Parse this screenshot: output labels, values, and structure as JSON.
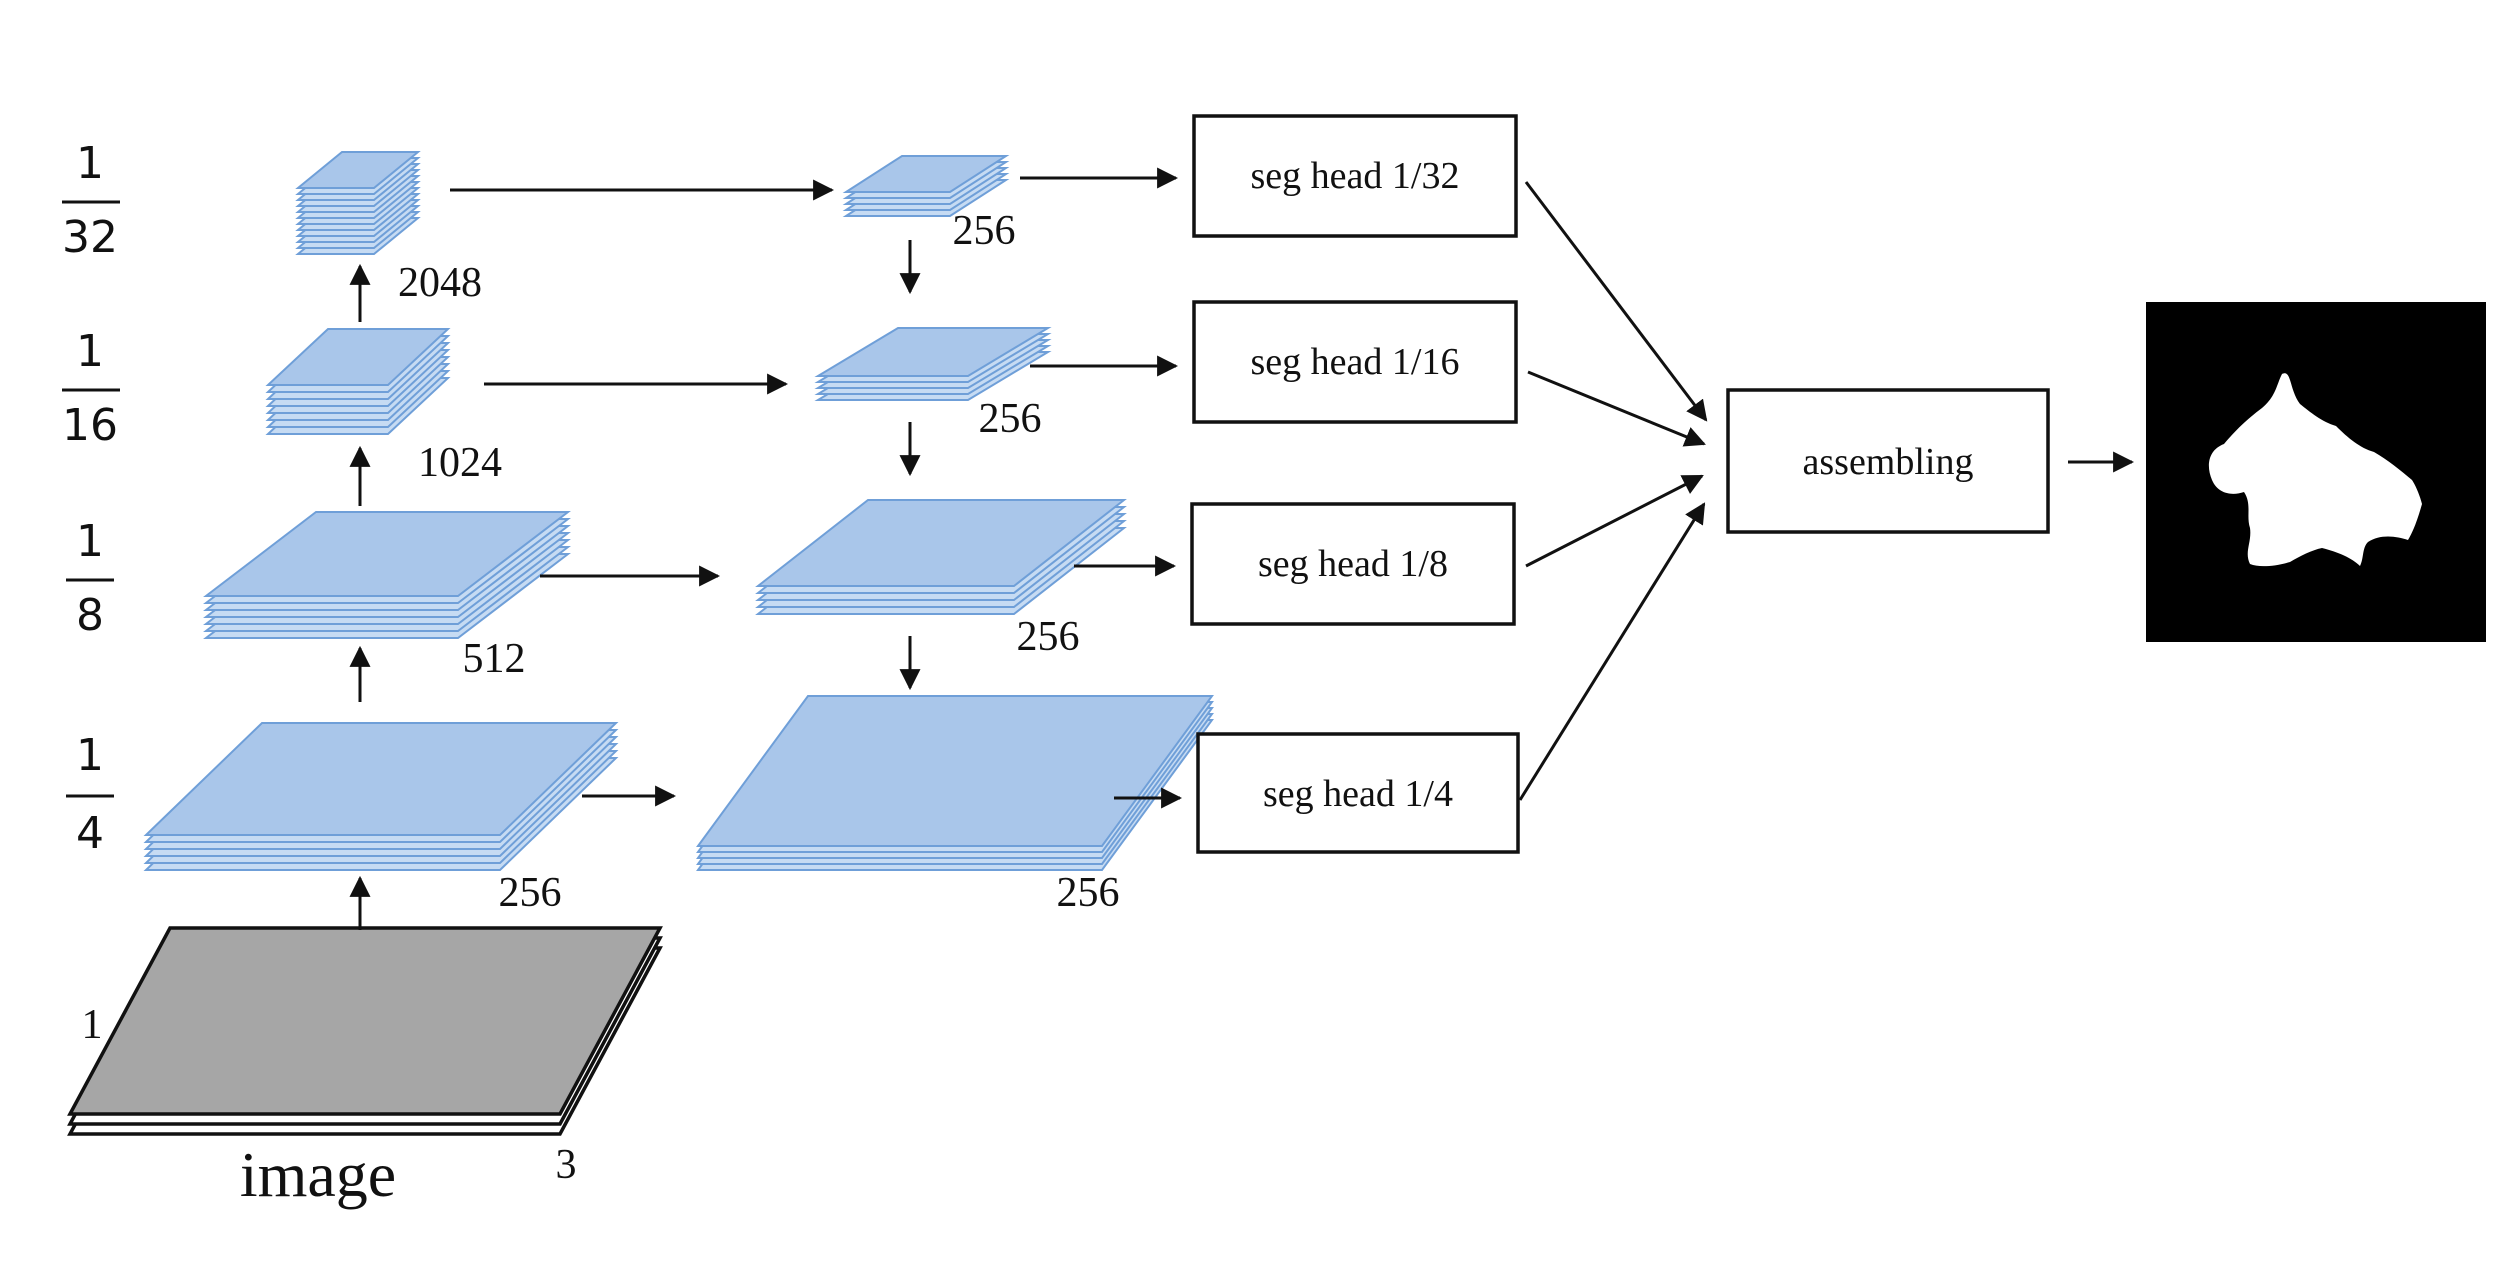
{
  "scales": [
    {
      "num": "1",
      "den": "32"
    },
    {
      "num": "1",
      "den": "16"
    },
    {
      "num": "1",
      "den": "8"
    },
    {
      "num": "1",
      "den": "4"
    }
  ],
  "input": {
    "label": "image",
    "scale": "1",
    "channels": "3"
  },
  "backbone_channels": [
    "2048",
    "1024",
    "512",
    "256"
  ],
  "fpn_channels": [
    "256",
    "256",
    "256",
    "256"
  ],
  "seg_heads": [
    "seg head 1/32",
    "seg head 1/16",
    "seg head 1/8",
    "seg head 1/4"
  ],
  "assembling": "assembling",
  "colors": {
    "feature_fill": "#a9c6ea",
    "feature_stroke": "#6f9fd8",
    "image_fill": "#a6a6a6",
    "mask_bg": "#000000",
    "mask_fg": "#ffffff"
  }
}
